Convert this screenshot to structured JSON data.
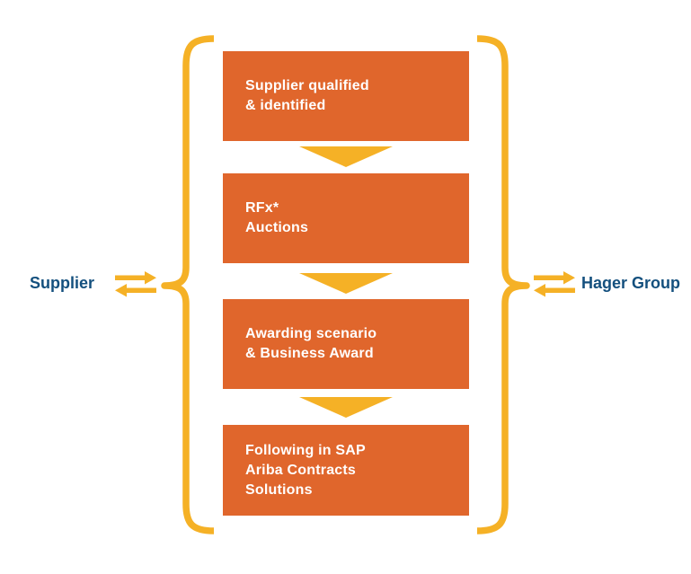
{
  "diagram": {
    "left_party": {
      "label": "Supplier"
    },
    "right_party": {
      "label": "Hager Group"
    },
    "process_steps": [
      {
        "lines": [
          "Supplier qualified",
          "& identified"
        ]
      },
      {
        "lines": [
          "RFx*",
          "Auctions"
        ]
      },
      {
        "lines": [
          "Awarding scenario",
          "& Business Award"
        ]
      },
      {
        "lines": [
          "Following in SAP",
          "Ariba Contracts",
          "Solutions"
        ]
      }
    ],
    "icons": {
      "down_arrow": "chevron-down-arrow",
      "exchange_arrows": "bidirectional-exchange-arrows",
      "left_brace": "curly-brace-opening-left",
      "right_brace": "curly-brace-opening-right"
    },
    "colors": {
      "step_box": "#E0662C",
      "accent_gold": "#F5B126",
      "label_navy": "#14507E",
      "step_text": "#FFFFFF",
      "background": "#FFFFFF"
    }
  }
}
